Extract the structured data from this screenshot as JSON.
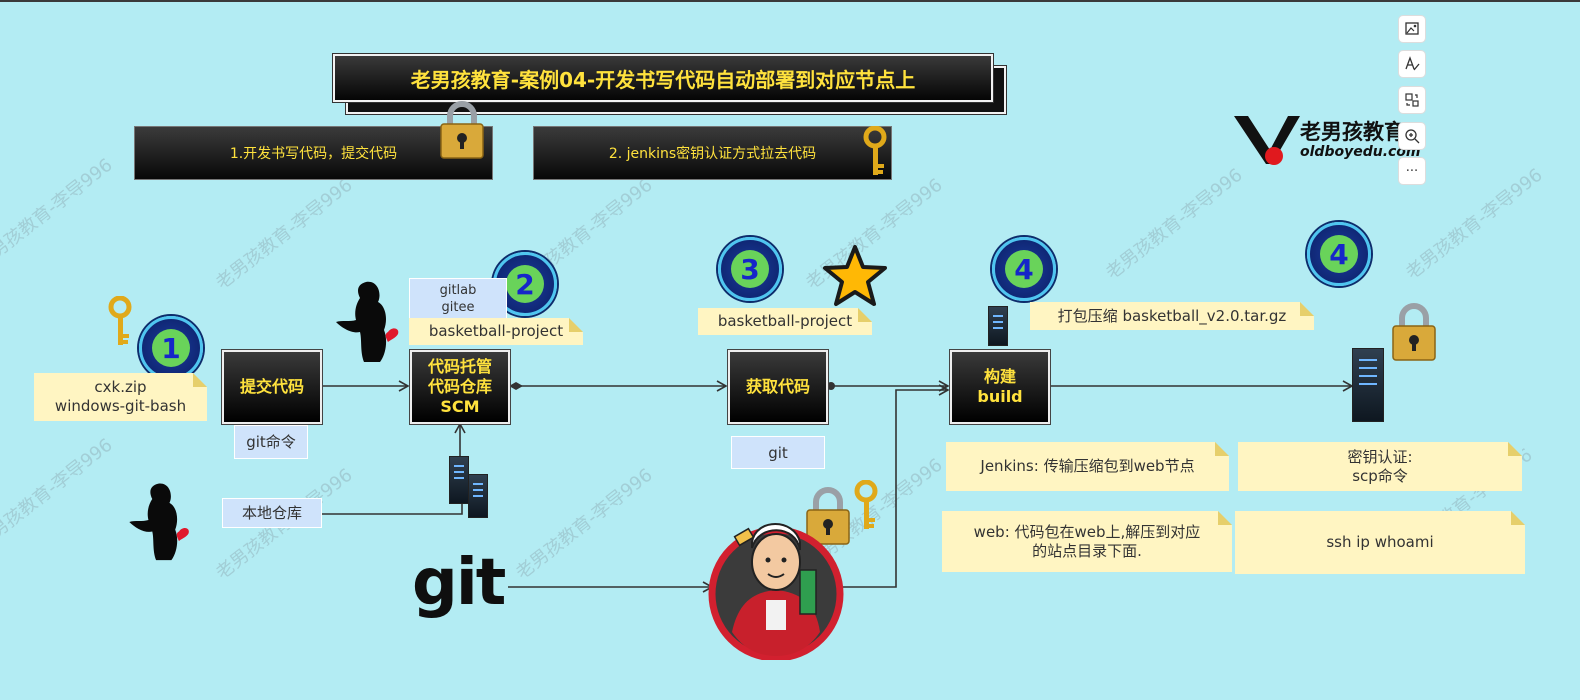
{
  "title": "老男孩教育-案例04-开发书写代码自动部署到对应节点上",
  "steps": [
    {
      "label": "1.开发书写代码，提交代码"
    },
    {
      "label": "2. jenkins密钥认证方式拉去代码"
    }
  ],
  "logo": {
    "brand": "老男孩教育",
    "url": "oldboyedu.com"
  },
  "badges": [
    "1",
    "2",
    "3",
    "4",
    "4"
  ],
  "nodes": {
    "submit": "提交代码",
    "scm": [
      "代码托管",
      "代码仓库",
      "SCM"
    ],
    "fetch": "获取代码",
    "build": [
      "构建",
      "build"
    ]
  },
  "notes": {
    "dev": [
      "cxk.zip",
      "windows-git-bash"
    ],
    "git_cmd": "git命令",
    "local_repo": "本地仓库",
    "gitlab": [
      "gitlab",
      "gitee"
    ],
    "project1": "basketball-project",
    "project2": "basketball-project",
    "git": "git",
    "package": "打包压缩  basketball_v2.0.tar.gz",
    "jenkins": "Jenkins: 传输压缩包到web节点",
    "key_auth": [
      "密钥认证:",
      "scp命令"
    ],
    "web": [
      "web: 代码包在web上,解压到对应",
      "的站点目录下面."
    ],
    "ssh": "ssh ip  whoami"
  },
  "git_logo": "git",
  "watermark": "老男孩教育-李导996",
  "toolbar_icons": [
    "image-edit-icon",
    "text-edit-icon",
    "replace-icon",
    "zoom-in-icon",
    "more-icon"
  ],
  "toolbar_more": "···",
  "colors": {
    "background": "#b3ecf3",
    "title_text": "#ffe23d",
    "note": "#fff5c2",
    "blue_note": "#cfe3fb"
  }
}
